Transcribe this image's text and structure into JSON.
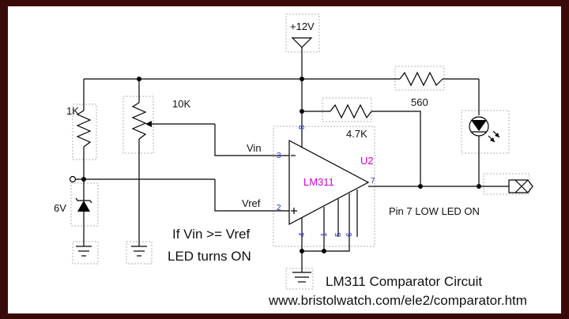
{
  "circuit": {
    "supply_label": "+12V",
    "r_1k": "1K",
    "pot_10k": "10K",
    "r_560": "560",
    "r_4k7": "4.7K",
    "zener_6v": "6V",
    "vin_label": "Vin",
    "vref_label": "Vref",
    "ic_name": "LM311",
    "ic_ref": "U2",
    "pins": {
      "p8": "8",
      "p3": "3",
      "p2": "2",
      "p7": "7",
      "p4": "4",
      "p1": "1",
      "p5": "5",
      "p6": "6"
    }
  },
  "annotations": {
    "pin7_note": "Pin 7 LOW LED ON",
    "condition_line1": "If Vin >= Vref",
    "condition_line2": "LED turns ON"
  },
  "footer": {
    "title": "LM311 Comparator Circuit",
    "url": "www.bristolwatch.com/ele2/comparator.htm"
  }
}
